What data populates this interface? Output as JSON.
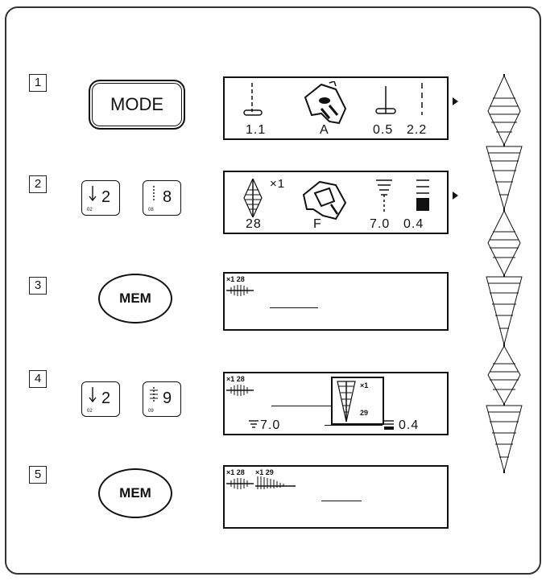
{
  "steps": [
    {
      "number": "1"
    },
    {
      "number": "2"
    },
    {
      "number": "3"
    },
    {
      "number": "4"
    },
    {
      "number": "5"
    }
  ],
  "buttons": {
    "mode": "MODE",
    "mem": "MEM"
  },
  "step2": {
    "width_key": "2",
    "width_key_sub": "02",
    "length_key": "8",
    "length_key_sub": "08"
  },
  "step4": {
    "width_key": "2",
    "width_key_sub": "02",
    "length_key": "9",
    "length_key_sub": "09"
  },
  "lcd1": {
    "values": [
      "1.1",
      "A",
      "0.5",
      "2.2"
    ]
  },
  "lcd2": {
    "multiplier": "×1",
    "values": [
      "28",
      "F",
      "7.0",
      "0.4"
    ]
  },
  "lcd3": {
    "memory_label": "×1 28"
  },
  "lcd4": {
    "memory_label": "×1 28",
    "popup_multiplier": "×1",
    "popup_number": "29",
    "width_value": "7.0",
    "length_value": "0.4"
  },
  "lcd5": {
    "memory_label_1": "×1 28",
    "memory_label_2": "×1 29"
  }
}
